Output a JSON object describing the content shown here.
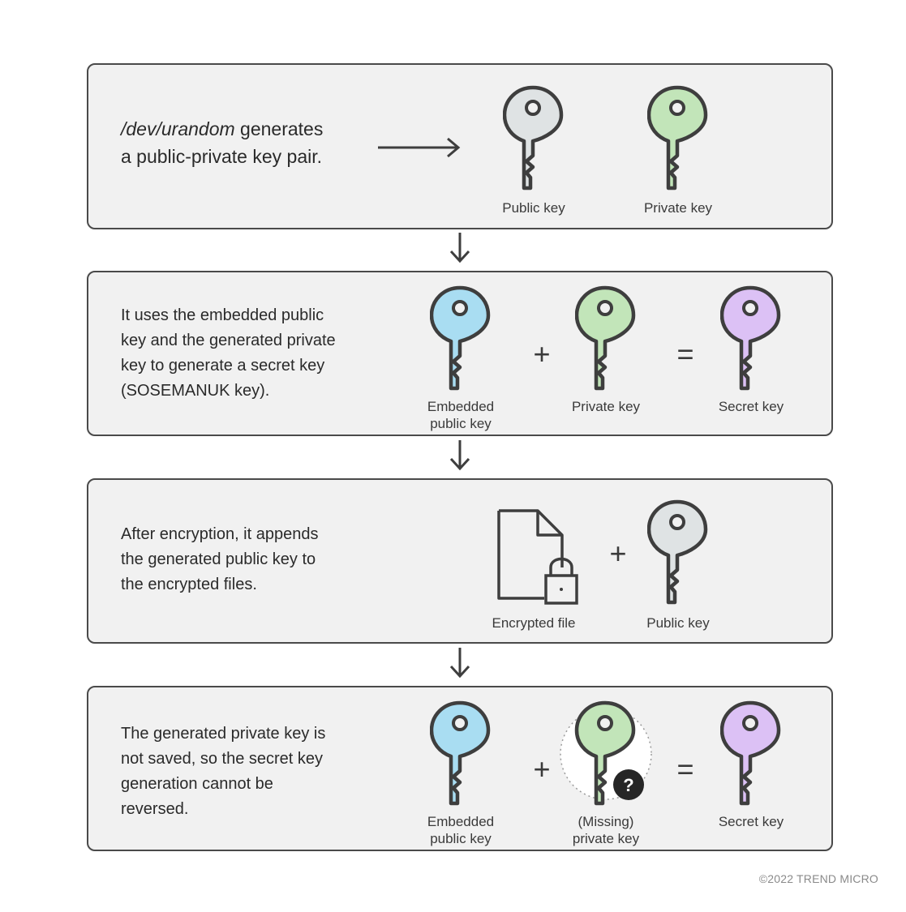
{
  "panel1": {
    "text_italic": "/dev/urandom",
    "text_rest": " generates",
    "text_line2": "a public-private key pair.",
    "key1_label": "Public key",
    "key2_label": "Private key"
  },
  "panel2": {
    "lines": [
      "It uses the embedded public",
      "key and the generated private",
      "key to generate a secret key",
      "(SOSEMANUK key)."
    ],
    "key1_label_l1": "Embedded",
    "key1_label_l2": "public key",
    "key2_label": "Private key",
    "key3_label": "Secret key",
    "op_plus": "+",
    "op_equals": "="
  },
  "panel3": {
    "lines": [
      "After encryption, it appends",
      "the generated public key to",
      "the encrypted files."
    ],
    "file_label": "Encrypted file",
    "key_label": "Public key",
    "op_plus": "+"
  },
  "panel4": {
    "lines": [
      "The generated private key is",
      "not saved, so the secret key",
      "generation cannot be",
      "reversed."
    ],
    "key1_label_l1": "Embedded",
    "key1_label_l2": "public key",
    "key2_label_l1": "(Missing)",
    "key2_label_l2": "private key",
    "key3_label": "Secret key",
    "op_plus": "+",
    "op_equals": "=",
    "question_mark": "?"
  },
  "copyright": "©2022 TREND MICRO",
  "colors": {
    "public_key": "#dfe3e4",
    "private_key": "#c2e5b9",
    "embedded_key": "#a9ddf2",
    "secret_key": "#dcc1f5",
    "outline": "#3e3e3e",
    "panel_bg": "#f1f1f1"
  }
}
